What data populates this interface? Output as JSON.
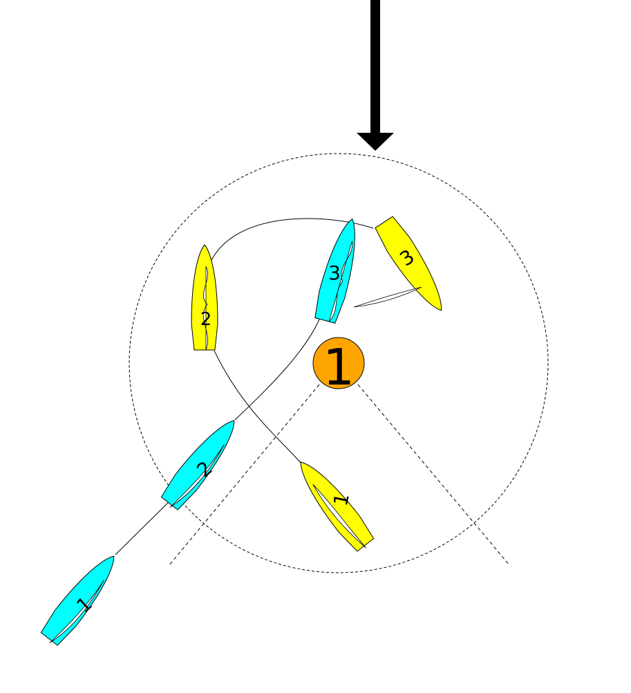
{
  "colors": {
    "blue_boat": "#00FFFF",
    "yellow_boat": "#FFFF00",
    "mark": "#FFA500",
    "line": "#000000"
  },
  "mark": {
    "label": "1"
  },
  "boats": {
    "blue": [
      "1",
      "2",
      "3"
    ],
    "yellow": [
      "1",
      "2",
      "3"
    ]
  },
  "icons": {
    "wind": "wind-arrow-icon"
  }
}
